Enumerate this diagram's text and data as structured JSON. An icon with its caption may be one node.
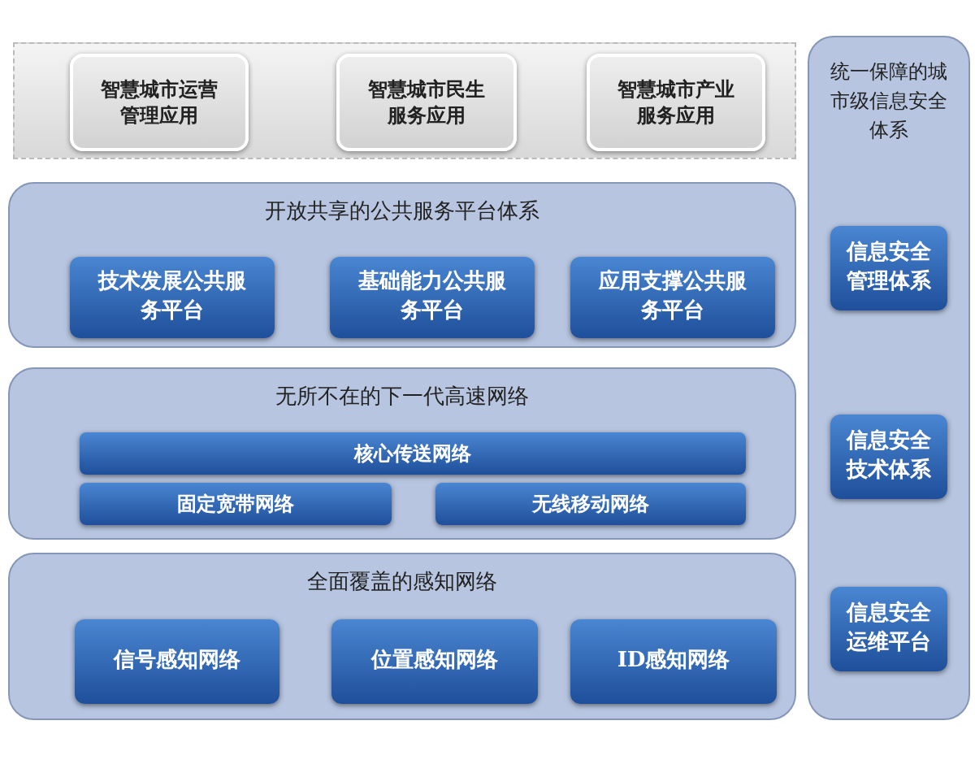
{
  "diagram": {
    "nodes": [
      {
        "text": [],
        "shape": "box"
      },
      {
        "text": [
          "智慧城市运营管理应用"
        ],
        "in": 0
      },
      {
        "text": [
          "智慧城市民生服务应用"
        ],
        "in": 0
      },
      {
        "text": [
          "智慧城市产业服务应用"
        ],
        "in": 0
      },
      {
        "text": [
          "开放共享的公共服务平台体系"
        ]
      },
      {
        "text": [
          "技术发展公共服务平台"
        ],
        "in": 4
      },
      {
        "text": [
          "基础能力公共服务平台"
        ],
        "in": 4
      },
      {
        "text": [
          "应用支撑公共服务平台"
        ],
        "in": 4
      },
      {
        "text": [
          "无所不在的下一代高速网络"
        ]
      },
      {
        "text": [
          "核心传送网络"
        ],
        "in": 8
      },
      {
        "text": [
          "固定宽带网络"
        ],
        "in": 8
      },
      {
        "text": [
          "无线移动网络"
        ],
        "in": 8
      },
      {
        "text": [
          "全面覆盖的感知网络"
        ]
      },
      {
        "text": [
          "信号感知网络"
        ],
        "in": 12
      },
      {
        "text": [
          "位置感知网络"
        ],
        "in": 12
      },
      {
        "text": [
          "ID感知网络"
        ],
        "in": 12
      },
      {
        "text": [
          "统一保障的城市级信息安全体系"
        ]
      },
      {
        "text": [
          "信息安全管理体系"
        ],
        "in": 16
      },
      {
        "text": [
          "信息安全技术体系"
        ],
        "in": 16
      },
      {
        "text": [
          "信息安全运维平台"
        ],
        "in": 16
      }
    ],
    "edges": []
  }
}
